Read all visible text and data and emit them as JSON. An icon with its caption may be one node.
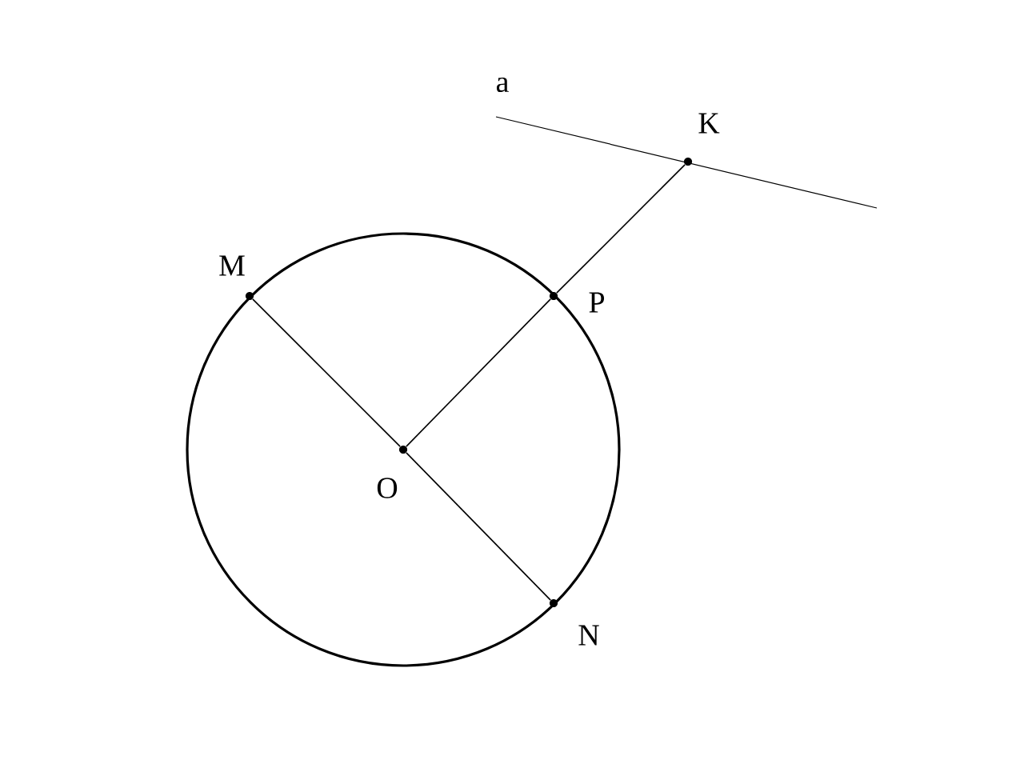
{
  "diagram": {
    "nodes": [
      {
        "text": [
          "M"
        ]
      },
      {
        "text": [
          "O"
        ]
      },
      {
        "text": [
          "N"
        ]
      },
      {
        "text": [
          "P"
        ]
      },
      {
        "text": [
          "K"
        ]
      }
    ],
    "edges": [
      {
        "from": 0,
        "to": 1,
        "arrow": "none"
      },
      {
        "from": 1,
        "to": 2,
        "arrow": "none"
      },
      {
        "from": 1,
        "to": 3,
        "arrow": "none"
      },
      {
        "from": 3,
        "to": 4,
        "arrow": "none"
      }
    ],
    "labels": [
      "a"
    ]
  }
}
